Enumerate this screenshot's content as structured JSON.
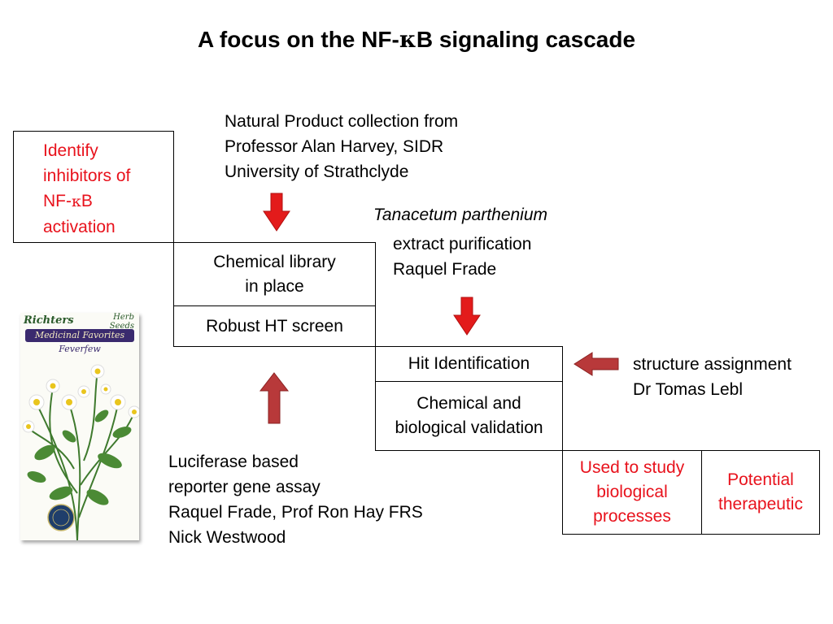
{
  "title_prefix": "A focus on the NF-",
  "title_kappa": "κ",
  "title_suffix": "B signaling cascade",
  "natural_product": [
    "Natural Product collection from",
    "Professor Alan Harvey, SIDR",
    "University of Strathclyde"
  ],
  "identify_box": {
    "line1": "Identify",
    "line2": "inhibitors of",
    "line3_prefix": "NF-",
    "line3_kappa": "κ",
    "line3_suffix": "B",
    "line4": "activation"
  },
  "tanacetum": "Tanacetum parthenium",
  "extract": [
    "extract purification",
    "Raquel Frade"
  ],
  "chemical_library": [
    "Chemical library",
    "in place"
  ],
  "robust_screen": "Robust HT screen",
  "hit_identification": "Hit Identification",
  "validation": [
    "Chemical and",
    "biological validation"
  ],
  "structure": [
    "structure assignment",
    "Dr Tomas Lebl"
  ],
  "luciferase": [
    "Luciferase based",
    "reporter gene assay",
    "Raquel Frade, Prof Ron Hay FRS",
    "Nick Westwood"
  ],
  "used_to_study": [
    "Used to study",
    "biological",
    "processes"
  ],
  "potential": [
    "Potential",
    "therapeutic"
  ],
  "seed_packet": {
    "brand": "Richters",
    "herb": [
      "Herb",
      "Seeds"
    ],
    "banner": "Medicinal Favorites",
    "name": "Feverfew"
  },
  "colors": {
    "accent_red": "#e8121c",
    "arrow_red": "#e31b1b",
    "arrow_dark_red": "#b8393a"
  }
}
